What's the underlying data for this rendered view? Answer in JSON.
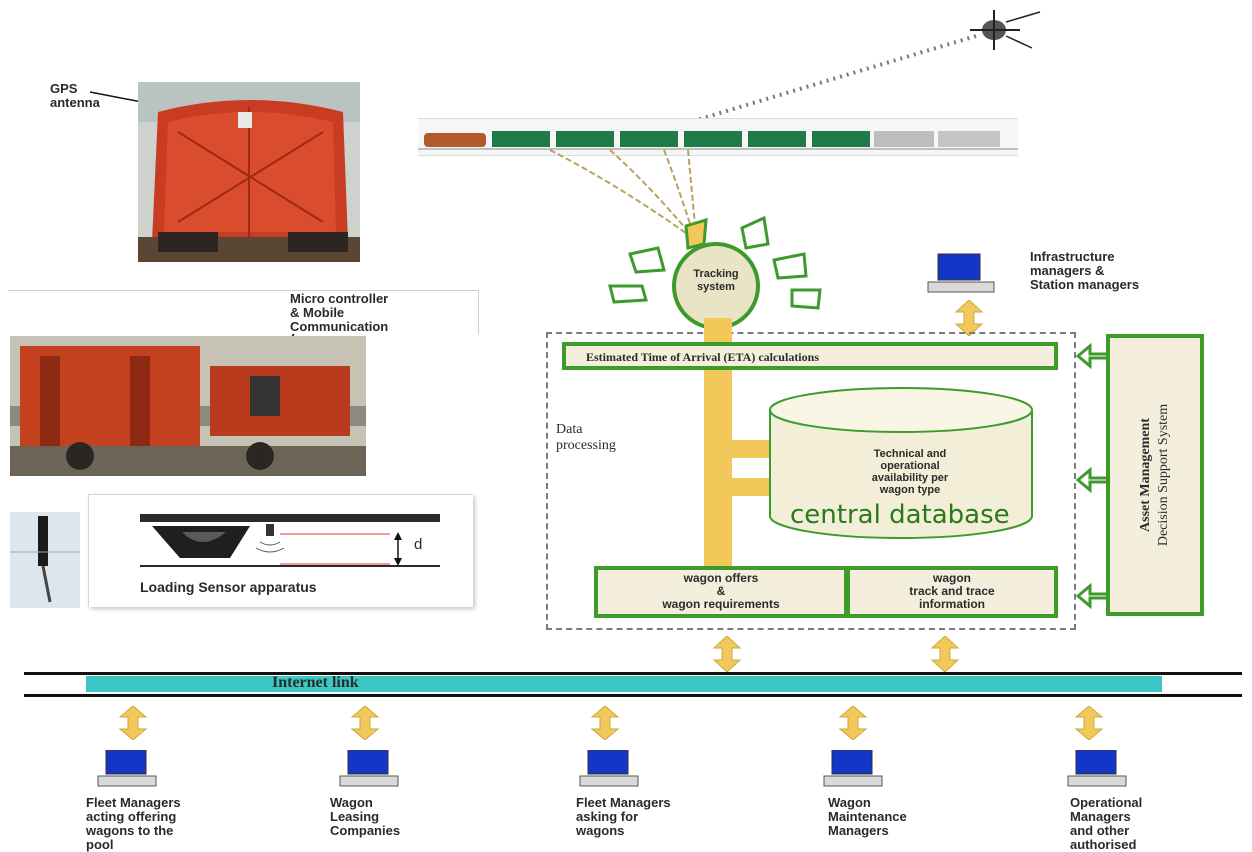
{
  "labels": {
    "gps_antenna": "GPS\nantenna",
    "micro_controller": "Micro controller\n& Mobile\nCommunication",
    "loading_sensor": "Loading Sensor apparatus",
    "sensor_d": "d",
    "tracking_system": "Tracking\nsystem",
    "infrastructure": "Infrastructure\nmanagers &\nStation managers",
    "eta": "Estimated Time of Arrival (ETA) calculations",
    "data_processing": "Data\nprocessing",
    "db_text": "Technical and\noperational\navailability per\nwagon type",
    "central_database": "central database",
    "wagon_offers": "wagon offers\n&\nwagon requirements",
    "wagon_track": "wagon\ntrack and trace\ninformation",
    "asset_mgmt_1": "Asset Management",
    "asset_mgmt_2": "Decision Support System",
    "internet_link": "Internet link"
  },
  "users": [
    {
      "label": "Fleet Managers\nacting offering\nwagons to the\npool"
    },
    {
      "label": "Wagon\nLeasing\nCompanies"
    },
    {
      "label": "Fleet Managers\nasking for\nwagons"
    },
    {
      "label": "Wagon\nMaintenance\nManagers"
    },
    {
      "label": "Operational\nManagers\nand other\nauthorised"
    }
  ],
  "colors": {
    "green": "#3f9a2c",
    "tan": "#f2c85a",
    "teal": "#3cc7c4",
    "wagon_red": "#c8451f",
    "monitor_blue": "#1336c8"
  }
}
